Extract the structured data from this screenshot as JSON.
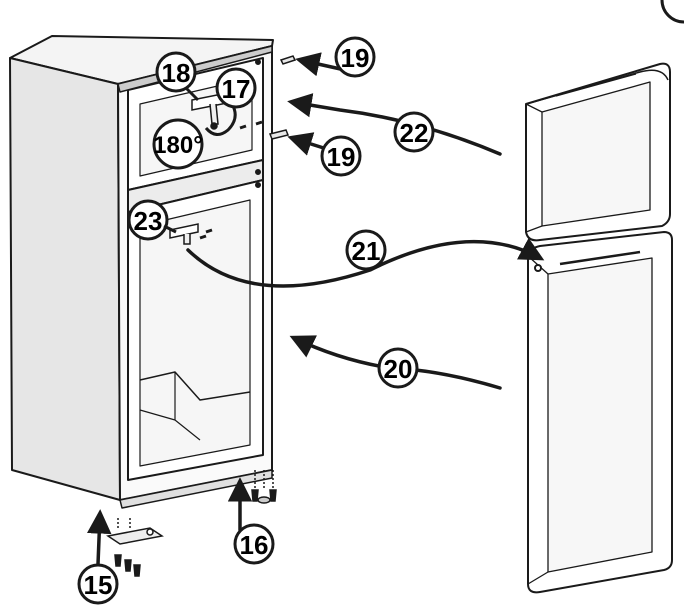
{
  "callouts": {
    "c15": "15",
    "c16": "16",
    "c17": "17",
    "c18": "18",
    "c19a": "19",
    "c19b": "19",
    "c20": "20",
    "c21": "21",
    "c22": "22",
    "c23": "23",
    "c180": "180°"
  },
  "colors": {
    "line": "#1a1a1a",
    "cabinet_shade": "#d9d9d9",
    "panel_light": "#f2f2f2"
  }
}
